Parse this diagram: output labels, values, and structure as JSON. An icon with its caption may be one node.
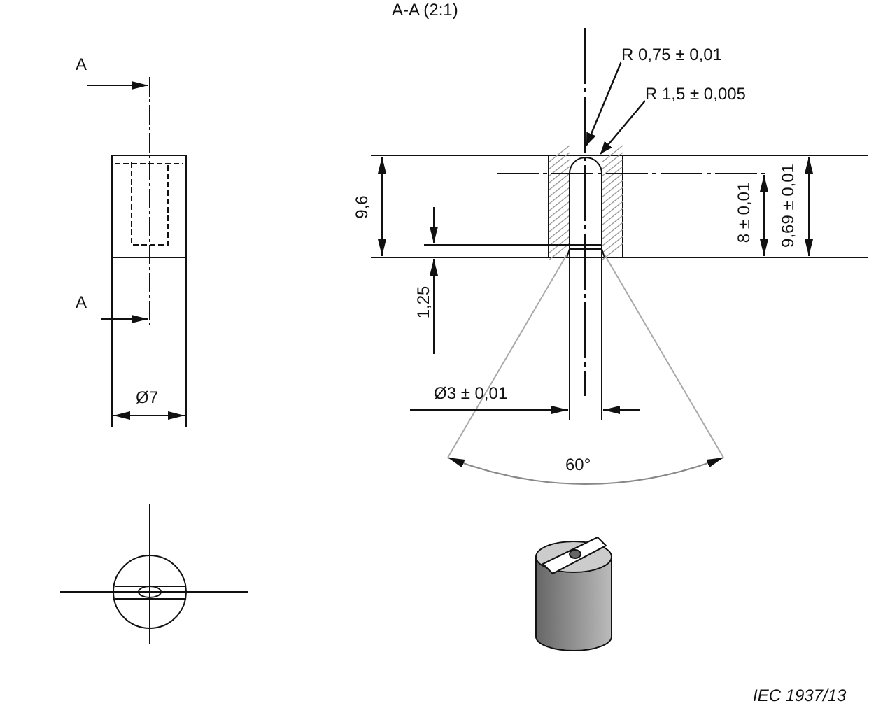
{
  "diagram": {
    "title": "A-A (2:1)",
    "nodes": [
      {
        "text": [
          "R 0,75 ± 0,01"
        ]
      },
      {
        "text": [
          "R 1,5 ± 0,005"
        ]
      }
    ],
    "edges": [
      {
        "from": 0,
        "to": null,
        "arrow": "to"
      },
      {
        "from": 1,
        "to": null,
        "arrow": "to"
      }
    ],
    "labels": [
      "A",
      "A",
      "9,6",
      "8 ± 0,01",
      "9,69 ± 0,01",
      "1,25",
      "Ø7",
      "Ø3 ± 0,01",
      "60°",
      "IEC 1937/13"
    ]
  }
}
